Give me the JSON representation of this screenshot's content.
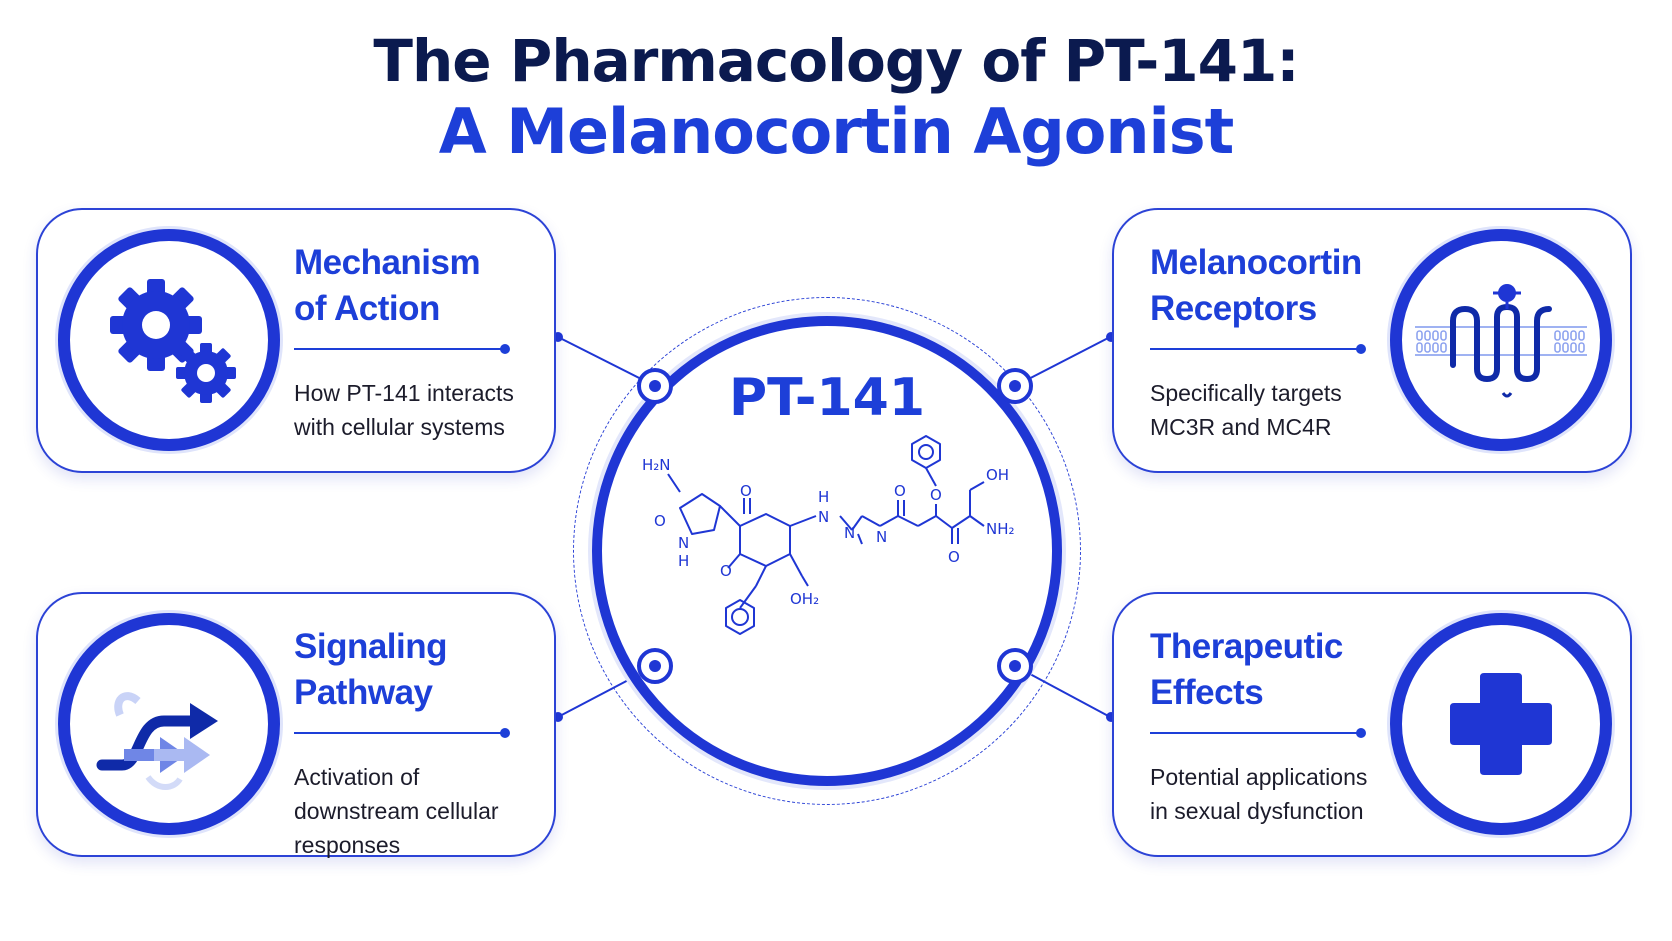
{
  "header": {
    "title_line1": "The Pharmacology of PT-141:",
    "title_line2": "A Melanocortin Agonist"
  },
  "hub": {
    "title": "PT-141",
    "molecule_labels": {
      "h2n": "H₂N",
      "o_ring": "O",
      "n_ring": "N",
      "h_ring": "H",
      "o_ketone": "O",
      "o_lower": "O",
      "h_nh": "H",
      "n_nh": "N",
      "n_mid1": "N",
      "o_amide": "O",
      "n_mid2": "N",
      "o_ether": "O",
      "o_amide2": "O",
      "oh_top": "OH",
      "nh2": "NH₂",
      "oh2": "OH₂"
    }
  },
  "cards": {
    "top_left": {
      "title": "Mechanism\nof Action",
      "description": "How PT-141 interacts\nwith cellular systems",
      "icon": "gears-icon"
    },
    "bottom_left": {
      "title": "Signaling\nPathway",
      "description": "Activation of\ndownstream cellular\nresponses",
      "icon": "signal-arrows-icon"
    },
    "top_right": {
      "title": "Melanocortin\nReceptors",
      "description": "Specifically targets\nMC3R and MC4R",
      "icon": "membrane-receptor-icon"
    },
    "bottom_right": {
      "title": "Therapeutic\nEffects",
      "description": "Potential applications\nin sexual dysfunction",
      "icon": "medical-cross-icon"
    }
  },
  "colors": {
    "primary_blue": "#1d3fd8",
    "dark_navy": "#0b1a4f",
    "light_blue": "#9fb2f2",
    "text_dark": "#1c1c2b"
  }
}
